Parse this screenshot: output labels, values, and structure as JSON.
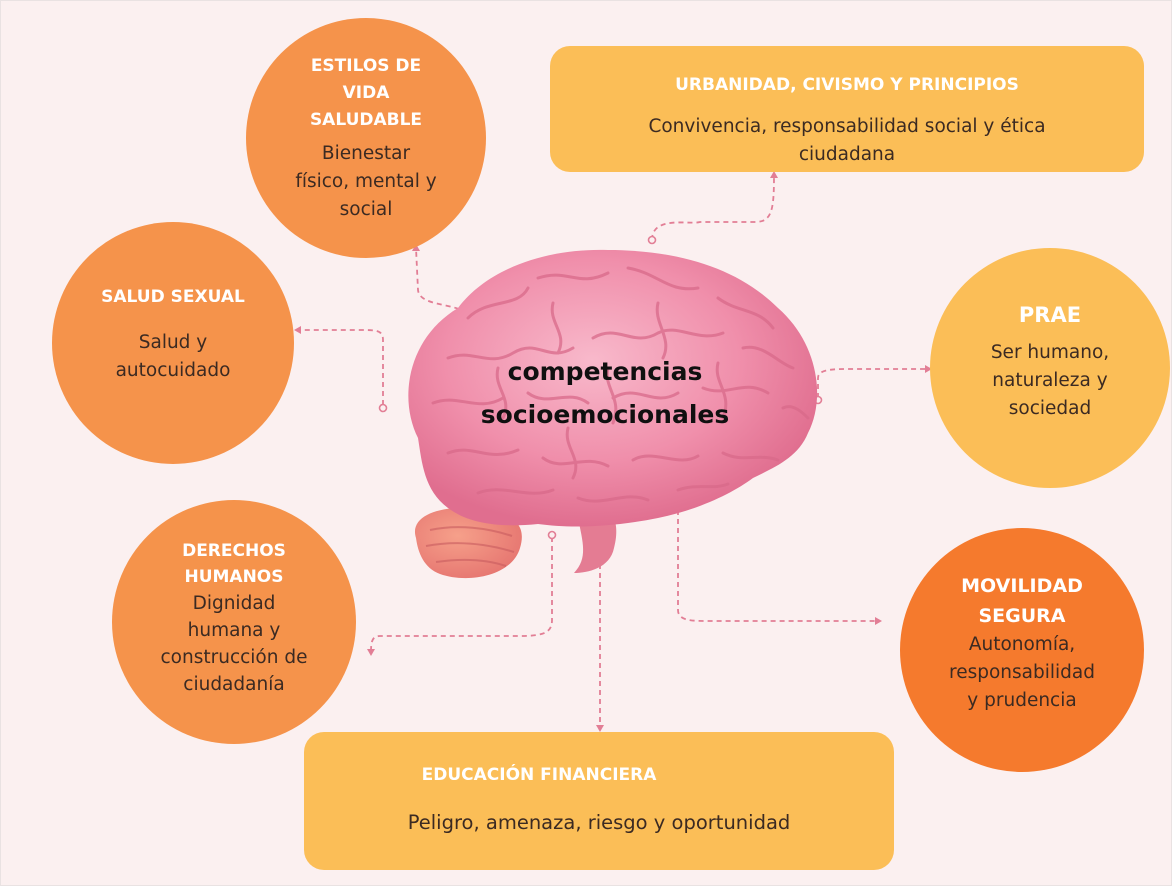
{
  "colors": {
    "background": "#fbf0f0",
    "orange": "#f5934b",
    "deep_orange": "#f57a2d",
    "yellow": "#fbbe57",
    "connector": "#e27e95",
    "brain": "#f19db4"
  },
  "center": {
    "line1": "competencias",
    "line2": "socioemocionales"
  },
  "nodes": {
    "estilos": {
      "title": [
        "ESTILOS DE",
        "VIDA",
        "SALUDABLE"
      ],
      "body": [
        "Bienestar",
        "físico, mental y",
        "social"
      ]
    },
    "urbanidad": {
      "title": "URBANIDAD, CIVISMO Y PRINCIPIOS",
      "body": [
        "Convivencia, responsabilidad social y ética",
        "ciudadana"
      ]
    },
    "salud_sexual": {
      "title": "SALUD SEXUAL",
      "body": [
        "Salud y",
        "autocuidado"
      ]
    },
    "prae": {
      "title": "PRAE",
      "body": [
        "Ser humano,",
        "naturaleza y",
        "sociedad"
      ]
    },
    "derechos": {
      "title": [
        "DERECHOS",
        "HUMANOS"
      ],
      "body": [
        "Dignidad",
        "humana y",
        "construcción de",
        "ciudadanía"
      ]
    },
    "movilidad": {
      "title": [
        "MOVILIDAD",
        "SEGURA"
      ],
      "body": [
        "Autonomía,",
        "responsabilidad",
        "y prudencia"
      ]
    },
    "educacion": {
      "title": "EDUCACIÓN FINANCIERA",
      "body": "Peligro, amenaza, riesgo y oportunidad"
    }
  }
}
